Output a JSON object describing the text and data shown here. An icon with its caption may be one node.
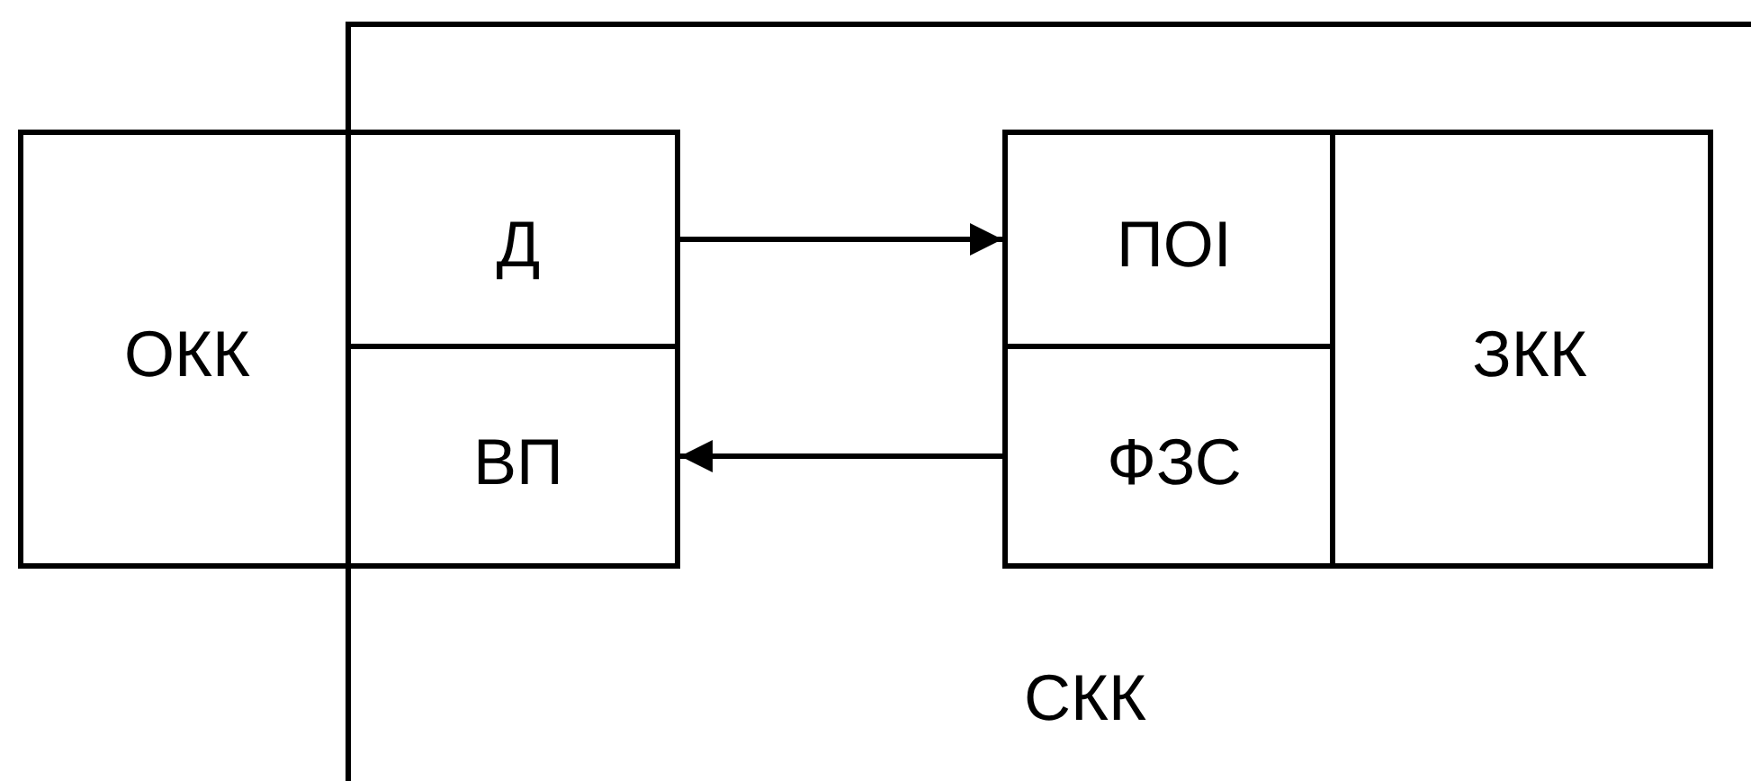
{
  "diagram": {
    "nodes": [
      {
        "text": [
          "СКК"
        ]
      },
      {
        "text": [
          "ОКК"
        ]
      },
      {
        "text": [
          "Д"
        ],
        "in": 0
      },
      {
        "text": [
          "ВП"
        ],
        "in": 0
      },
      {
        "text": [
          "ЗКК"
        ],
        "in": 0
      },
      {
        "text": [
          "ПОІ"
        ],
        "in": 4
      },
      {
        "text": [
          "ФЗС"
        ],
        "in": 4
      }
    ],
    "edges": [
      {
        "from": 2,
        "to": 5,
        "arrow": "to"
      },
      {
        "from": 6,
        "to": 3,
        "arrow": "to"
      }
    ]
  }
}
